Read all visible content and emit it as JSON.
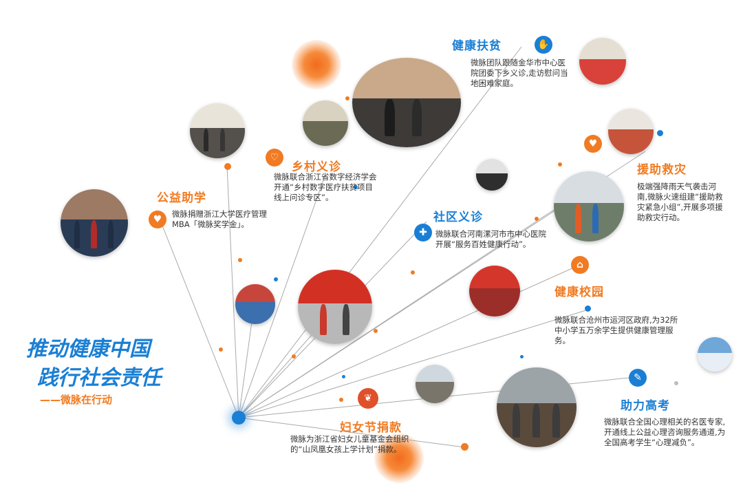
{
  "colors": {
    "orange": "#f07b22",
    "blue": "#1a7fd4",
    "line": "#9a9a9a",
    "text": "#333333"
  },
  "slogan": {
    "line1": "推动健康中国",
    "line2": "践行社会责任",
    "line3": "——微脉在行动"
  },
  "sections": {
    "health_poverty": {
      "title": "健康扶贫",
      "icon": "hand-heart-icon",
      "text": "微脉团队跟随金华市中心医院团委下乡义诊,走访慰问当地困难家庭。"
    },
    "rural_clinic": {
      "title": "乡村义诊",
      "icon": "stethoscope-icon",
      "text": "微脉联合浙江省数字经济学会开通“乡村数字医疗扶贫项目线上问诊专区”。"
    },
    "charity_edu": {
      "title": "公益助学",
      "icon": "heart-hand-icon",
      "text": "微脉捐赠浙江大学医疗管理MBA「微脉奖学金」。"
    },
    "disaster_relief": {
      "title": "援助救灾",
      "icon": "heart-hand-icon",
      "text": "极端强降雨天气袭击河南,微脉火速组建“援助救灾紧急小组”,开展多项援助救灾行动。"
    },
    "community_clinic": {
      "title": "社区义诊",
      "icon": "first-aid-kit-icon",
      "text": "微脉联合河南漯河市市中心医院开展“服务百姓健康行动”。"
    },
    "campus_health": {
      "title": "健康校园",
      "icon": "school-building-icon",
      "text": "微脉联合沧州市运河区政府,为32所中小学五万余学生提供健康管理服务。"
    },
    "exam_support": {
      "title": "助力高考",
      "icon": "notebook-icon",
      "text": "微脉联合全国心理相关的名医专家,开通线上公益心理咨询服务通道,为全国高考学生“心理减负”。"
    },
    "women_day": {
      "title": "妇女节捐款",
      "icon": "phoenix-icon",
      "text": "微脉为浙江省妇女儿童基金会组织的“山凤凰女孩上学计划”捐款。"
    }
  }
}
